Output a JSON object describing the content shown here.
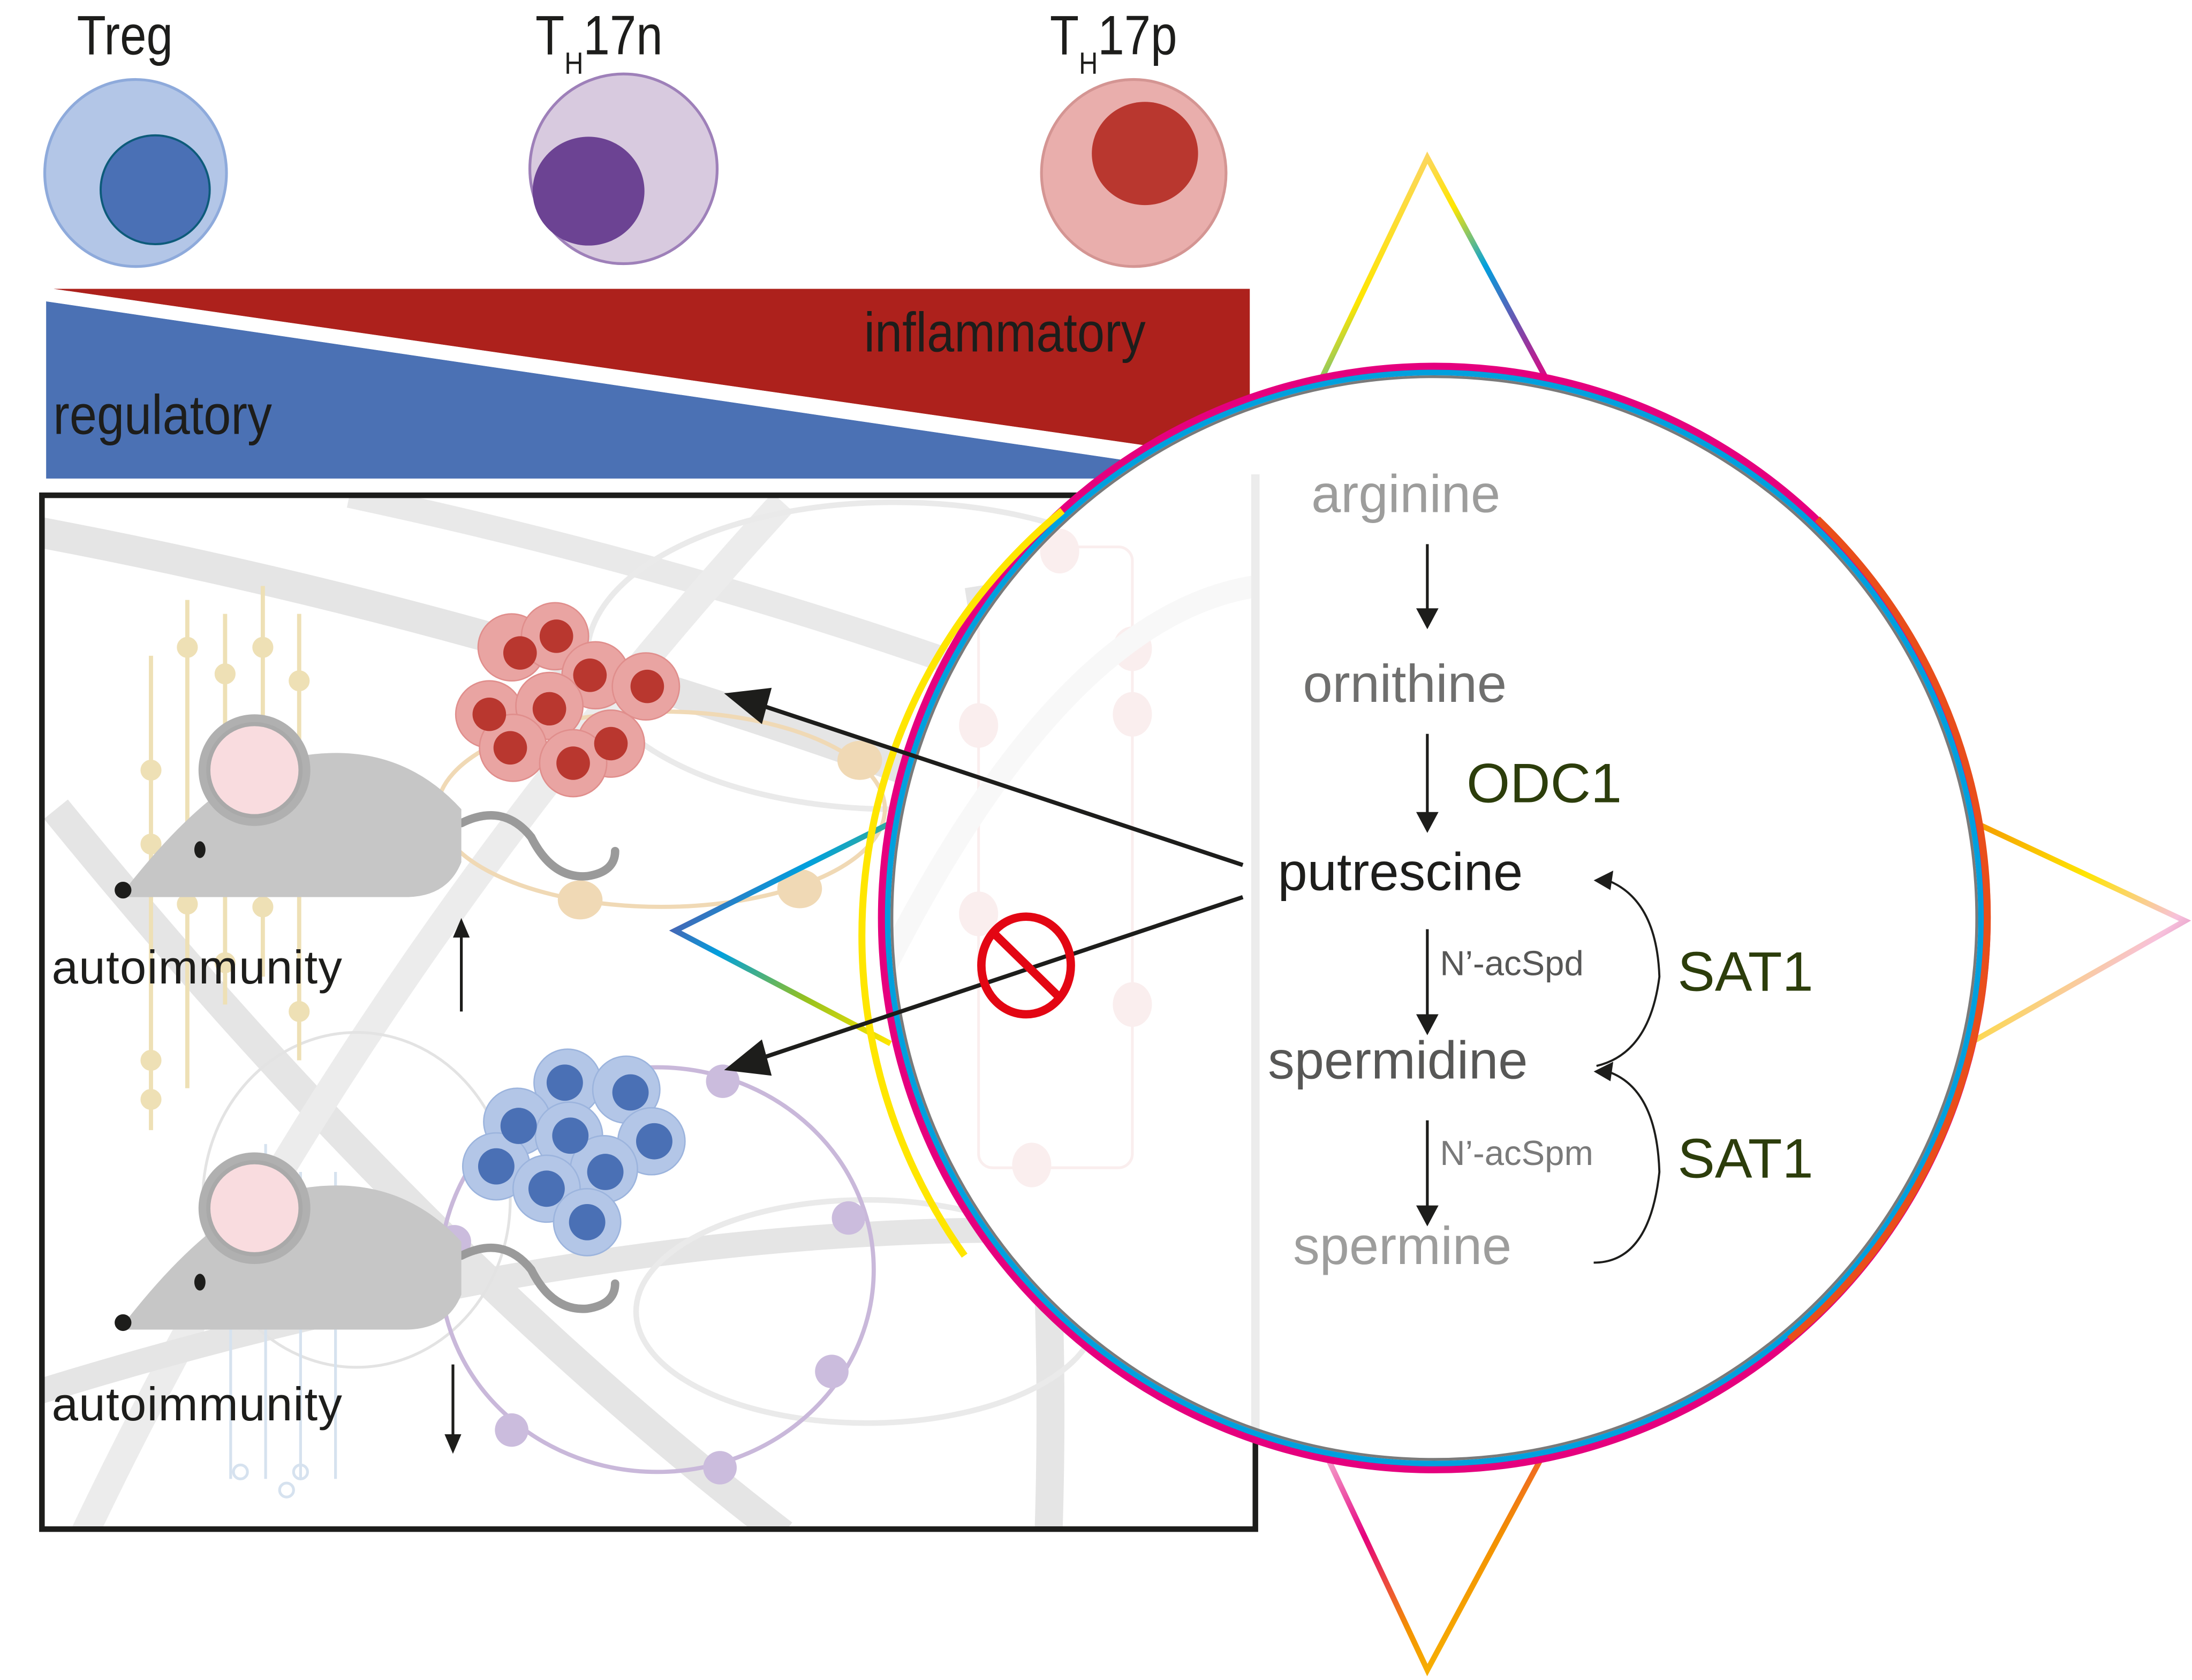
{
  "cells": [
    {
      "name": "Treg",
      "label_main": "Treg",
      "label_sub": "",
      "label_tail": ""
    },
    {
      "name": "TH17n",
      "label_main": "T",
      "label_sub": "H",
      "label_tail": "17n"
    },
    {
      "name": "TH17p",
      "label_main": "T",
      "label_sub": "H",
      "label_tail": "17p"
    }
  ],
  "gradient_bar": {
    "regulatory_label": "regulatory",
    "inflammatory_label": "inflammatory"
  },
  "mice": {
    "upper_label": "autoimmunity",
    "upper_direction": "up",
    "lower_label": "autoimmunity",
    "lower_direction": "down"
  },
  "pathway": {
    "metabolites": [
      "arginine",
      "ornithine",
      "putrescine",
      "spermidine",
      "spermine"
    ],
    "enzymes": {
      "odc1": "ODC1",
      "sat1_upper": "SAT1",
      "sat1_lower": "SAT1"
    },
    "intermediates": {
      "upper": "N’-acSpd",
      "lower": "N’-acSpm"
    }
  },
  "colors": {
    "treg_cell": "#b3c6e7",
    "treg_nucleus": "#4a70b5",
    "th17n_cell": "#d8cadf",
    "th17n_nucleus": "#6c4393",
    "th17p_cell": "#e9aeac",
    "th17p_nucleus": "#b9372f",
    "regulatory_blue": "#4b71b4",
    "inflammatory_red": "#ad211c",
    "enzyme_green": "#2c3d0b",
    "inhibit_red": "#e30613"
  }
}
